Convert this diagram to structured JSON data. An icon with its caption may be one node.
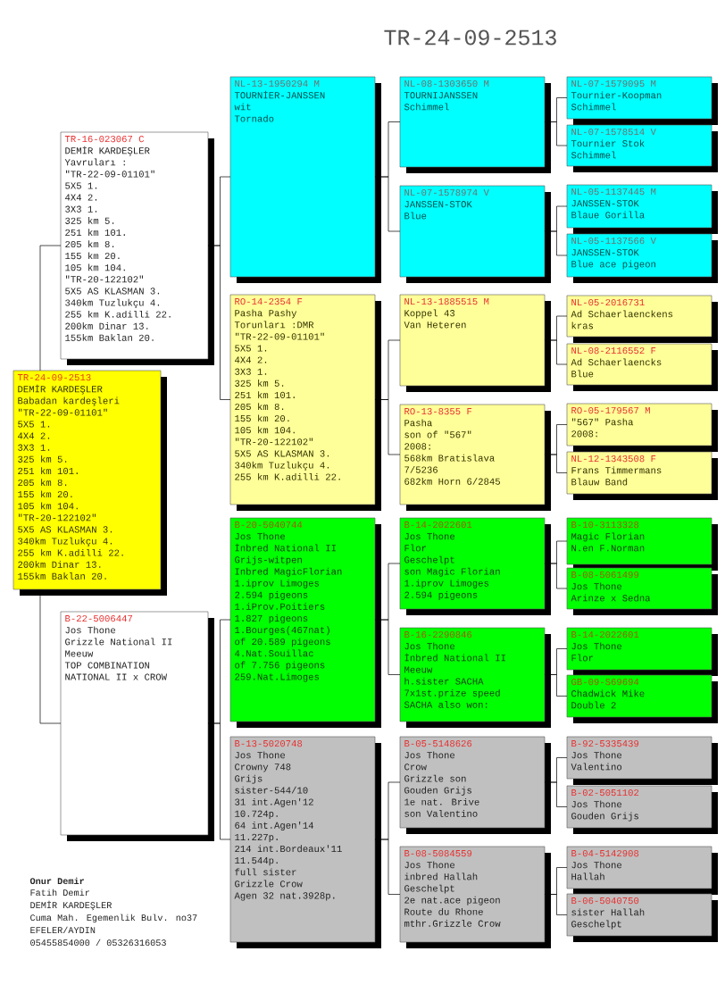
{
  "diagram": {
    "title": "TR-24-09-2513",
    "nodes": [
      {
        "text": [
          "TR-24-09-2513",
          "DEMİR KARDEŞLER",
          "Babadan kardeşleri",
          "\"TR-22-09-01101\"",
          "5X5 1.",
          "4X4 2.",
          "3X3 1.",
          "325 km 5.",
          "251 km 101.",
          "205 km 8.",
          "155 km 20.",
          "105 km 104.",
          "\"TR-20-122102\"",
          "5X5 AS KLASMAN 3.",
          "340km Tuzlukçu 4.",
          "255 km K.adilli 22.",
          "200km Dinar 13.",
          "155km Baklan 20."
        ]
      },
      {
        "text": [
          "TR-16-023067 C",
          "DEMİR KARDEŞLER",
          "Yavruları :",
          "\"TR-22-09-01101\"",
          "5X5 1.",
          "4X4 2.",
          "3X3 1.",
          "325 km 5.",
          "251 km 101.",
          "205 km 8.",
          "155 km 20.",
          "105 km 104.",
          "\"TR-20-122102\"",
          "5X5 AS KLASMAN 3.",
          "340km Tuzlukçu 4.",
          "255 km K.adilli 22.",
          "200km Dinar 13.",
          "155km Baklan 20."
        ]
      },
      {
        "text": [
          "B-22-5006447",
          "Jos Thone",
          "Grizzle National II",
          "Meeuw",
          "TOP COMBINATION",
          "NATIONAL II x CROW"
        ]
      },
      {
        "text": [
          "NL-13-1950294 M",
          "TOURNİER-JANSSEN",
          "wit",
          "Tornado"
        ]
      },
      {
        "text": [
          "RO-14-2354 F",
          "Pasha Pashy",
          "Torunları :DMR",
          "\"TR-22-09-01101\"",
          "5X5 1.",
          "4X4 2.",
          "3X3 1.",
          "325 km 5.",
          "251 km 101.",
          "205 km 8.",
          "155 km 20.",
          "105 km 104.",
          "\"TR-20-122102\"",
          "5X5 AS KLASMAN 3.",
          "340km Tuzlukçu 4.",
          "255 km K.adilli 22."
        ]
      },
      {
        "text": [
          "B-20-5040744",
          "Jos Thone",
          "İnbred National II",
          "Grijs-witpen",
          "Inbred MagicFlorian",
          "1.iprov Limoges",
          "2.594 pigeons",
          "1.iProv.Poitiers",
          "1.827 pigeons",
          "1.Bourges(467nat)",
          "of 20.589 pigeons",
          "4.Nat.Souillac",
          "of 7.756 pigeons",
          "259.Nat.Limoges"
        ]
      },
      {
        "text": [
          "B-13-5020748",
          "Jos Thone",
          "Crowny 748",
          "Grijs",
          "sister-544/10",
          "31 int.Agen'12",
          "10.724p.",
          "64 int.Agen'14",
          "11.227p.",
          "214 int.Bordeaux'11",
          "11.544p.",
          "full sister",
          "Grizzle Crow",
          "Agen 32 nat.3928p."
        ]
      },
      {
        "text": [
          "NL-08-1303650 M",
          "TOURNIJANSSEN",
          "Schimmel"
        ]
      },
      {
        "text": [
          "NL-07-1578974 V",
          "JANSSEN-STOK",
          "Blue"
        ]
      },
      {
        "text": [
          "NL-13-1885515 M",
          "Koppel 43",
          "Van Heteren"
        ]
      },
      {
        "text": [
          "RO-13-8355 F",
          "Pasha",
          "son of \"567\"",
          "2008:",
          "568km Bratislava",
          "7/5236",
          "682km Horn 6/2845"
        ]
      },
      {
        "text": [
          "B-14-2022601",
          "Jos Thone",
          "Flor",
          "Geschelpt",
          "son Magic Florian",
          "1.iprov Limoges",
          "2.594 pigeons"
        ]
      },
      {
        "text": [
          "B-16-2290846",
          "Jos Thone",
          "İnbred National II",
          "Meeuw",
          "h.sister SACHA",
          "7x1st.prize speed",
          "SACHA also won:"
        ]
      },
      {
        "text": [
          "B-05-5148626",
          "Jos Thone",
          "Crow",
          "Grizzle son",
          "Gouden Grijs",
          "1e nat. Brive",
          "son Valentino"
        ]
      },
      {
        "text": [
          "B-08-5084559",
          "Jos Thone",
          "inbred Hallah",
          "Geschelpt",
          "2e nat.ace pigeon",
          "Route du Rhone",
          "mthr.Grizzle Crow"
        ]
      },
      {
        "text": [
          "NL-07-1579095 M",
          "Tournier-Koopman",
          "Schimmel"
        ]
      },
      {
        "text": [
          "NL-07-1578514 V",
          "Tournier Stok",
          "Schimmel"
        ]
      },
      {
        "text": [
          "NL-05-1137445 M",
          "JANSSEN-STOK",
          "Blaue Gorilla"
        ]
      },
      {
        "text": [
          "NL-05-1137566 V",
          "JANSSEN-STOK",
          "Blue ace pigeon"
        ]
      },
      {
        "text": [
          "NL-05-2016731",
          "Ad Schaerlaenckens",
          "kras"
        ]
      },
      {
        "text": [
          "NL-08-2116552 F",
          "Ad Schaerlaencks",
          "Blue"
        ]
      },
      {
        "text": [
          "RO-05-179567 M",
          "\"567\" Pasha",
          "2008:"
        ]
      },
      {
        "text": [
          "NL-12-1343508 F",
          "Frans Timmermans",
          "Blauw Band"
        ]
      },
      {
        "text": [
          "B-10-3113328",
          "Magic Florian",
          "N.en F.Norman"
        ]
      },
      {
        "text": [
          "B-08-5061499",
          "Jos Thone",
          "Arinze x Sedna"
        ]
      },
      {
        "text": [
          "B-14-2022601",
          "Jos Thone",
          "Flor"
        ]
      },
      {
        "text": [
          "GB-09-S69694",
          "Chadwick Mike",
          "Double 2"
        ]
      },
      {
        "text": [
          "B-92-5335439",
          "Jos Thone",
          "Valentino"
        ]
      },
      {
        "text": [
          "B-02-5051102",
          "Jos Thone",
          "Gouden Grijs"
        ]
      },
      {
        "text": [
          "B-04-5142908",
          "Jos Thone",
          "Hallah"
        ]
      },
      {
        "text": [
          "B-06-5040750",
          "sister Hallah",
          "Geschelpt"
        ]
      }
    ],
    "edges": [
      {
        "from": 0,
        "to": 1,
        "arrow": "none"
      },
      {
        "from": 0,
        "to": 2,
        "arrow": "none"
      },
      {
        "from": 1,
        "to": 3,
        "arrow": "none"
      },
      {
        "from": 1,
        "to": 4,
        "arrow": "none"
      },
      {
        "from": 2,
        "to": 5,
        "arrow": "none"
      },
      {
        "from": 2,
        "to": 6,
        "arrow": "none"
      },
      {
        "from": 3,
        "to": 7,
        "arrow": "none"
      },
      {
        "from": 3,
        "to": 8,
        "arrow": "none"
      },
      {
        "from": 4,
        "to": 9,
        "arrow": "none"
      },
      {
        "from": 4,
        "to": 10,
        "arrow": "none"
      },
      {
        "from": 5,
        "to": 11,
        "arrow": "none"
      },
      {
        "from": 5,
        "to": 12,
        "arrow": "none"
      },
      {
        "from": 6,
        "to": 13,
        "arrow": "none"
      },
      {
        "from": 6,
        "to": 14,
        "arrow": "none"
      },
      {
        "from": 7,
        "to": 15,
        "arrow": "none"
      },
      {
        "from": 7,
        "to": 16,
        "arrow": "none"
      },
      {
        "from": 8,
        "to": 17,
        "arrow": "none"
      },
      {
        "from": 8,
        "to": 18,
        "arrow": "none"
      },
      {
        "from": 9,
        "to": 19,
        "arrow": "none"
      },
      {
        "from": 9,
        "to": 20,
        "arrow": "none"
      },
      {
        "from": 10,
        "to": 21,
        "arrow": "none"
      },
      {
        "from": 10,
        "to": 22,
        "arrow": "none"
      },
      {
        "from": 11,
        "to": 23,
        "arrow": "none"
      },
      {
        "from": 11,
        "to": 24,
        "arrow": "none"
      },
      {
        "from": 12,
        "to": 25,
        "arrow": "none"
      },
      {
        "from": 12,
        "to": 26,
        "arrow": "none"
      },
      {
        "from": 13,
        "to": 27,
        "arrow": "none"
      },
      {
        "from": 13,
        "to": 28,
        "arrow": "none"
      },
      {
        "from": 14,
        "to": 29,
        "arrow": "none"
      },
      {
        "from": 14,
        "to": 30,
        "arrow": "none"
      }
    ],
    "labels": [
      "Onur Demir",
      "Fatih Demir",
      "DEMİR KARDEŞLER",
      "Cuma Mah. Egemenlik Bulv. no37",
      "EFELER/AYDIN",
      "05455854000 / 05326316053"
    ]
  }
}
